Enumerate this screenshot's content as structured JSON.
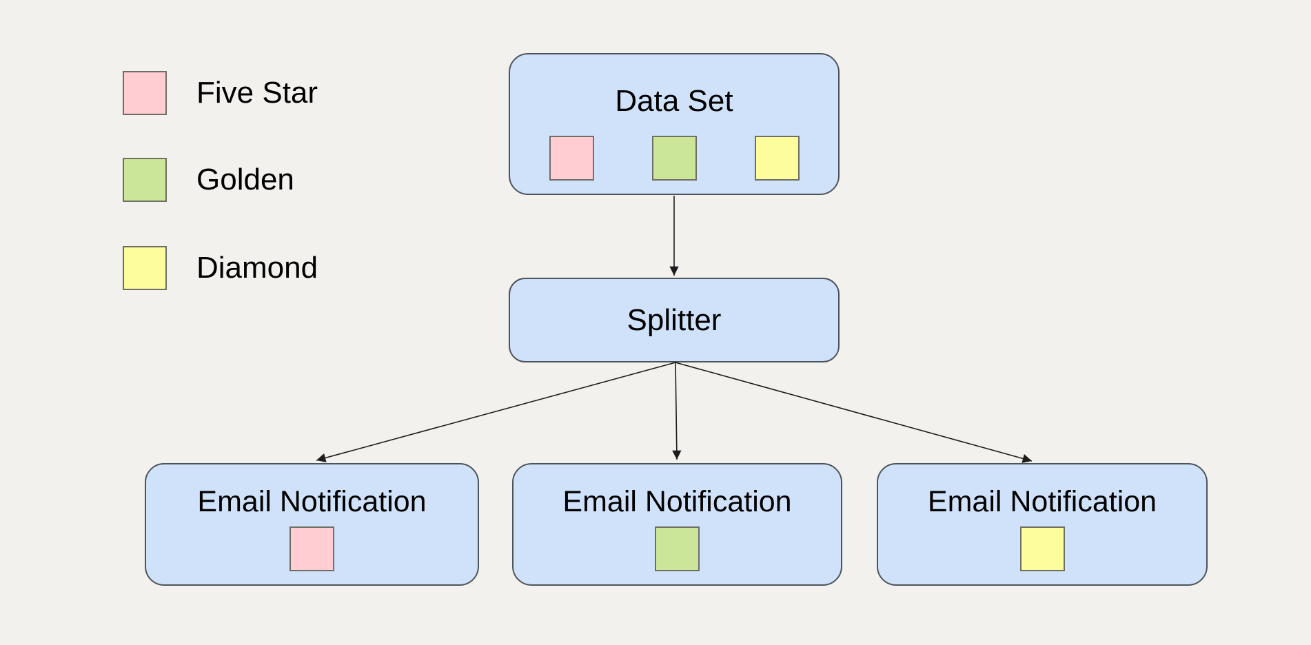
{
  "palette": {
    "background": "#f2f1ed",
    "node_fill": "#cfe2fa",
    "node_border": "#4d535b",
    "edge": "#1c1c1c",
    "chip_border": "#6e6e64",
    "five_star": "#ffcdd2",
    "golden": "#cbe698",
    "diamond": "#fdfd9e"
  },
  "legend": {
    "items": [
      {
        "label": "Five Star",
        "color": "#ffcdd2"
      },
      {
        "label": "Golden",
        "color": "#cbe698"
      },
      {
        "label": "Diamond",
        "color": "#fdfd9e"
      }
    ]
  },
  "nodes": {
    "dataset": {
      "label": "Data Set",
      "chips": [
        "#ffcdd2",
        "#cbe698",
        "#fdfd9e"
      ]
    },
    "splitter": {
      "label": "Splitter"
    },
    "email_five_star": {
      "label": "Email Notification",
      "chips": [
        "#ffcdd2"
      ]
    },
    "email_golden": {
      "label": "Email Notification",
      "chips": [
        "#cbe698"
      ]
    },
    "email_diamond": {
      "label": "Email Notification",
      "chips": [
        "#fdfd9e"
      ]
    }
  },
  "icons": {
    "arrowhead": "filled-triangle-arrowhead"
  }
}
